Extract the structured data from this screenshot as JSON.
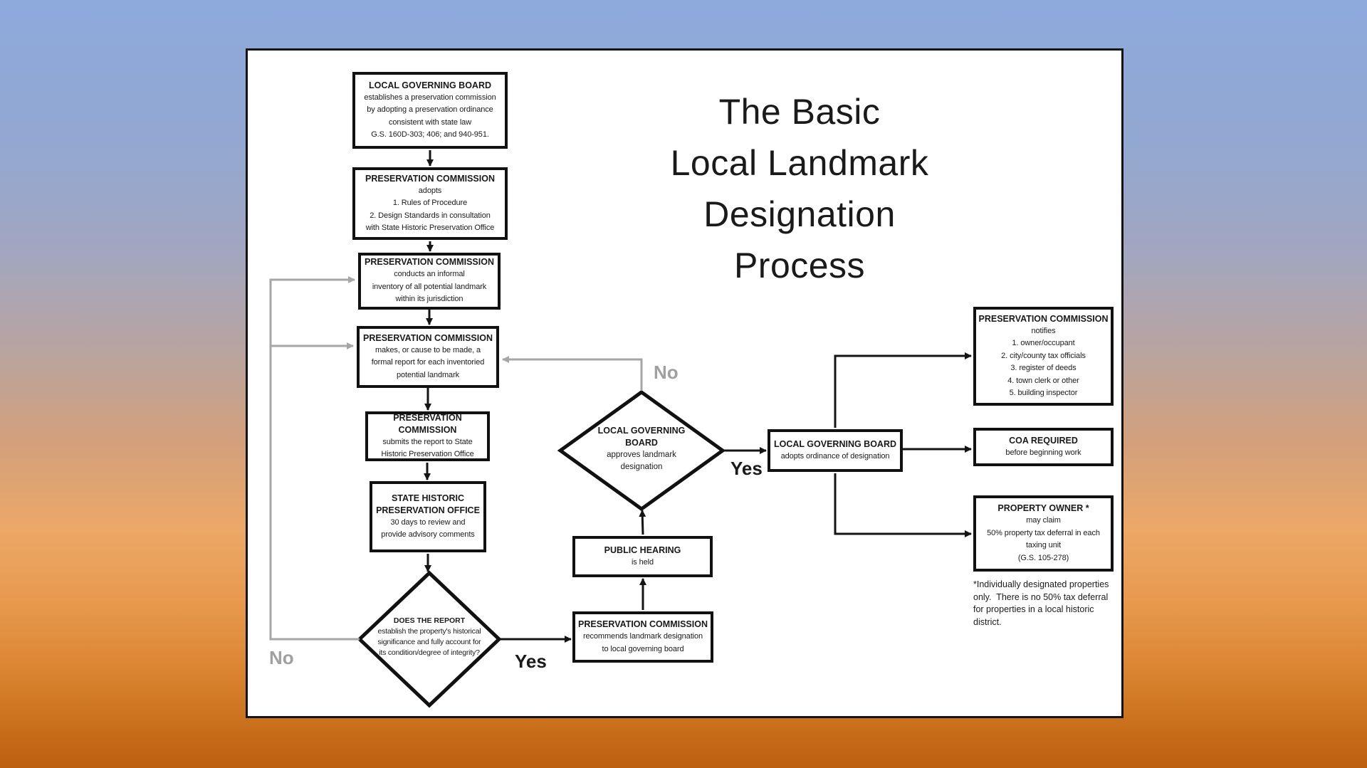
{
  "title": {
    "lines": [
      "The Basic",
      "Local Landmark",
      "Designation Process"
    ]
  },
  "colors": {
    "ink": "#1a1a1a",
    "connector_gray": "#a6a6a6",
    "page_background": "#ffffff",
    "backdrop_top": "#8ea9dc",
    "backdrop_bottom": "#bd6010"
  },
  "nodes": {
    "establish": {
      "title": "LOCAL GOVERNING BOARD",
      "lines": [
        "establishes a preservation commission",
        "by adopting a preservation ordinance",
        "consistent with state law",
        "G.S. 160D-303; 406; and 940-951."
      ]
    },
    "adopt_rules": {
      "title": "PRESERVATION COMMISSION",
      "lines": [
        "adopts",
        "1. Rules of Procedure",
        "2. Design Standards in consultation",
        "with State Historic Preservation Office"
      ]
    },
    "inventory": {
      "title": "PRESERVATION COMMISSION",
      "lines": [
        "conducts an informal",
        "inventory of all potential landmark",
        "within its jurisdiction"
      ]
    },
    "report": {
      "title": "PRESERVATION COMMISSION",
      "lines": [
        "makes, or cause to be made, a",
        "formal report for each inventoried",
        "potential landmark"
      ]
    },
    "submit": {
      "title": "PRESERVATION COMMISSION",
      "lines": [
        "submits the report to State",
        "Historic Preservation Office"
      ]
    },
    "shpo": {
      "title_lines": [
        "STATE HISTORIC",
        "PRESERVATION OFFICE"
      ],
      "lines": [
        "30 days to review and",
        "provide advisory comments"
      ]
    },
    "report_decision": {
      "title": "DOES THE REPORT",
      "lines": [
        "establish the property's historical",
        "significance and fully account for",
        "its condition/degree of integrity?"
      ]
    },
    "recommend": {
      "title": "PRESERVATION COMMISSION",
      "lines": [
        "recommends landmark designation",
        "to local governing board"
      ]
    },
    "hearing": {
      "title": "PUBLIC HEARING",
      "lines": [
        "is held"
      ]
    },
    "board_decision": {
      "title_lines": [
        "LOCAL GOVERNING",
        "BOARD"
      ],
      "lines": [
        "approves landmark",
        "designation"
      ]
    },
    "ordinance": {
      "title": "LOCAL GOVERNING BOARD",
      "lines": [
        "adopts ordinance of designation"
      ]
    },
    "notify": {
      "title": "PRESERVATION COMMISSION",
      "lines": [
        "notifies",
        "1. owner/occupant",
        "2. city/county tax officials",
        "3. register of deeds",
        "4. town clerk or other",
        "5. building inspector"
      ]
    },
    "coa": {
      "title": "COA REQUIRED",
      "lines": [
        "before beginning work"
      ]
    },
    "owner": {
      "title": "PROPERTY OWNER *",
      "lines": [
        "may claim",
        "50% property tax deferral in each",
        "taxing unit",
        "(G.S. 105-278)"
      ]
    }
  },
  "labels": {
    "yes_report": "Yes",
    "no_report": "No",
    "yes_board": "Yes",
    "no_board": "No"
  },
  "footnote": {
    "lines": [
      "*Individually designated properties",
      "only.  There is no 50% tax deferral",
      "for properties in a local historic",
      "district."
    ]
  }
}
